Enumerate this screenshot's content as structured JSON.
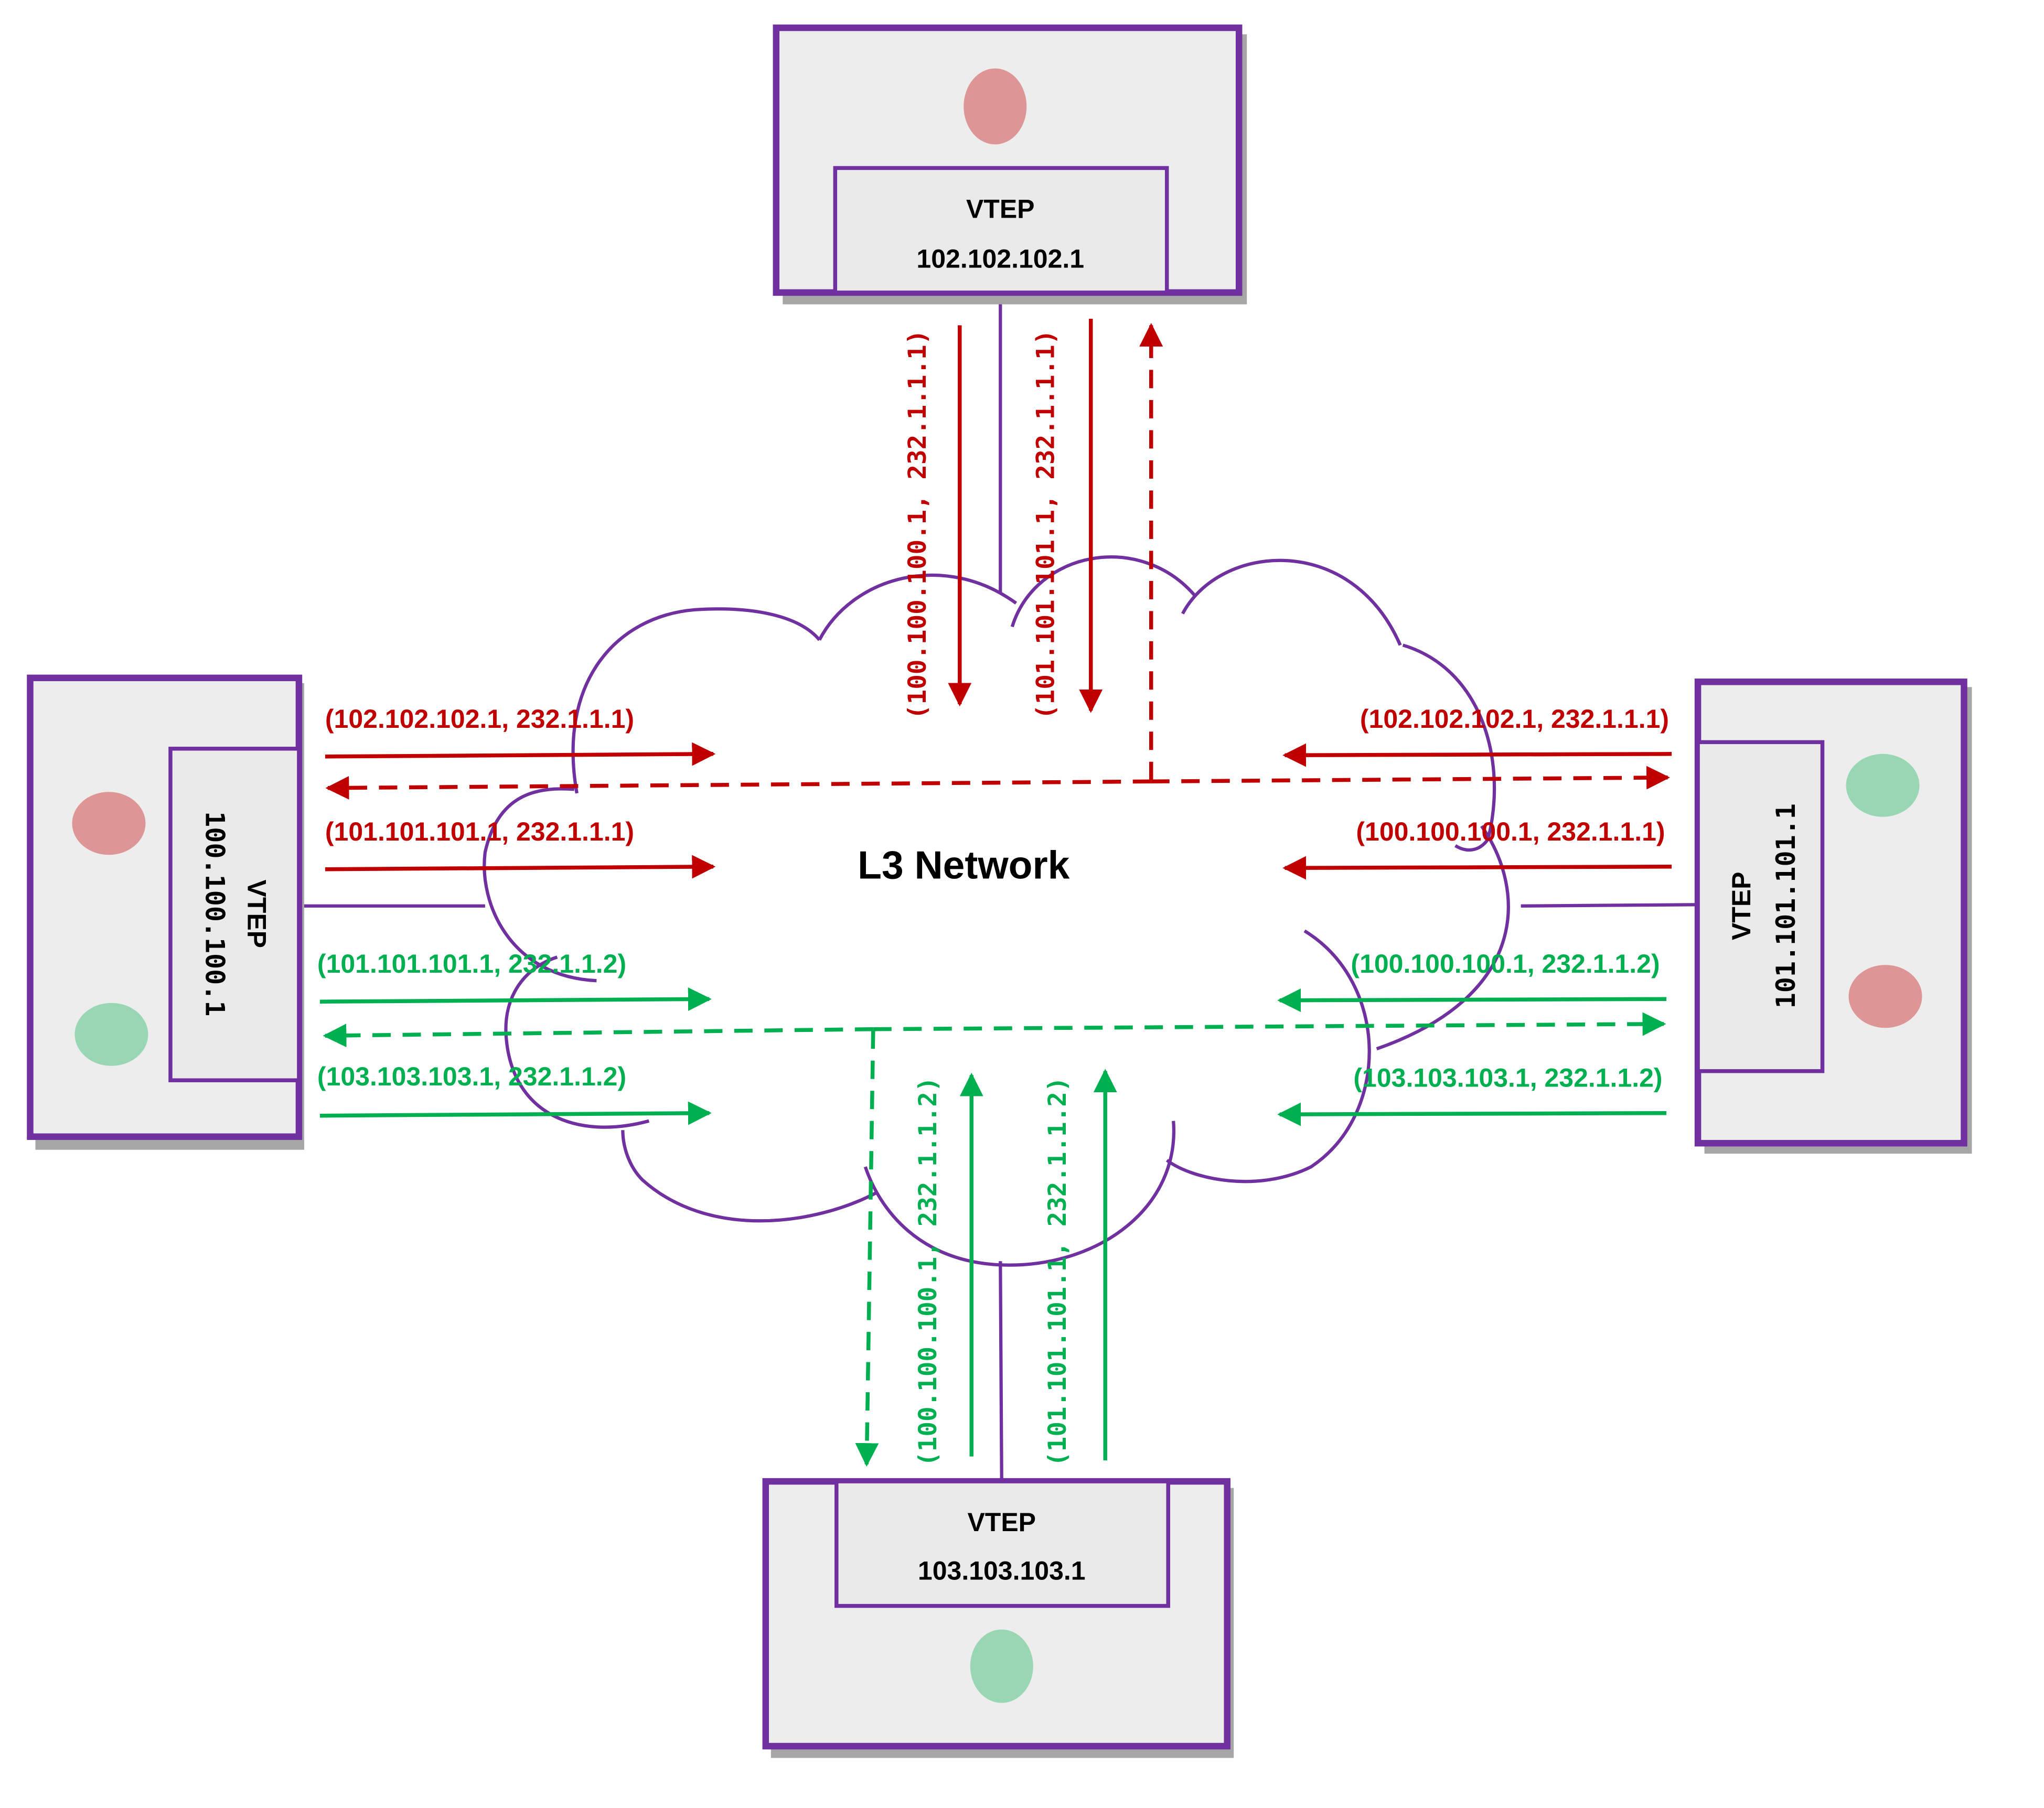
{
  "colors": {
    "border": "#7030a0",
    "box_fill": "#ededed",
    "inner_fill": "#eaeaea",
    "shadow": "#a6a6a6",
    "red_flow": "#c00000",
    "green_flow": "#00b050",
    "red_vm": "#dd9695",
    "green_vm": "#98d6b4"
  },
  "network": {
    "label": "L3 Network"
  },
  "vteps": {
    "top": {
      "title": "VTEP",
      "ip": "102.102.102.1",
      "vms": [
        "red"
      ]
    },
    "left": {
      "title": "VTEP",
      "ip": "100.100.100.1",
      "vms": [
        "red",
        "green"
      ]
    },
    "right": {
      "title": "VTEP",
      "ip": "101.101.101.1",
      "vms": [
        "green",
        "red"
      ]
    },
    "bottom": {
      "title": "VTEP",
      "ip": "103.103.103.1",
      "vms": [
        "green"
      ]
    }
  },
  "flows": {
    "left": [
      {
        "label": "(102.102.102.1, 232.1.1.1)",
        "color": "red",
        "direction": "to-cloud"
      },
      {
        "label": "",
        "color": "red",
        "direction": "from-cloud",
        "style": "dashed"
      },
      {
        "label": "(101.101.101.1, 232.1.1.1)",
        "color": "red",
        "direction": "to-cloud"
      },
      {
        "label": "(101.101.101.1, 232.1.1.2)",
        "color": "green",
        "direction": "to-cloud"
      },
      {
        "label": "",
        "color": "green",
        "direction": "from-cloud",
        "style": "dashed"
      },
      {
        "label": "(103.103.103.1, 232.1.1.2)",
        "color": "green",
        "direction": "to-cloud"
      }
    ],
    "right": [
      {
        "label": "(102.102.102.1, 232.1.1.1)",
        "color": "red",
        "direction": "to-cloud"
      },
      {
        "label": "",
        "color": "red",
        "direction": "from-cloud",
        "style": "dashed"
      },
      {
        "label": "(100.100.100.1, 232.1.1.1)",
        "color": "red",
        "direction": "to-cloud"
      },
      {
        "label": "(100.100.100.1, 232.1.1.2)",
        "color": "green",
        "direction": "to-cloud"
      },
      {
        "label": "",
        "color": "green",
        "direction": "from-cloud",
        "style": "dashed"
      },
      {
        "label": "(103.103.103.1, 232.1.1.2)",
        "color": "green",
        "direction": "to-cloud"
      }
    ],
    "top": [
      {
        "label": "(100.100.100.1, 232.1.1.1)",
        "color": "red",
        "direction": "to-cloud"
      },
      {
        "label": "(101.101.101.1, 232.1.1.1)",
        "color": "red",
        "direction": "to-cloud"
      },
      {
        "label": "",
        "color": "red",
        "direction": "from-cloud",
        "style": "dashed"
      }
    ],
    "bottom": [
      {
        "label": "",
        "color": "green",
        "direction": "from-cloud",
        "style": "dashed"
      },
      {
        "label": "(100.100.100.1, 232.1.1.2)",
        "color": "green",
        "direction": "to-cloud"
      },
      {
        "label": "(101.101.101.1, 232.1.1.2)",
        "color": "green",
        "direction": "to-cloud"
      }
    ]
  }
}
